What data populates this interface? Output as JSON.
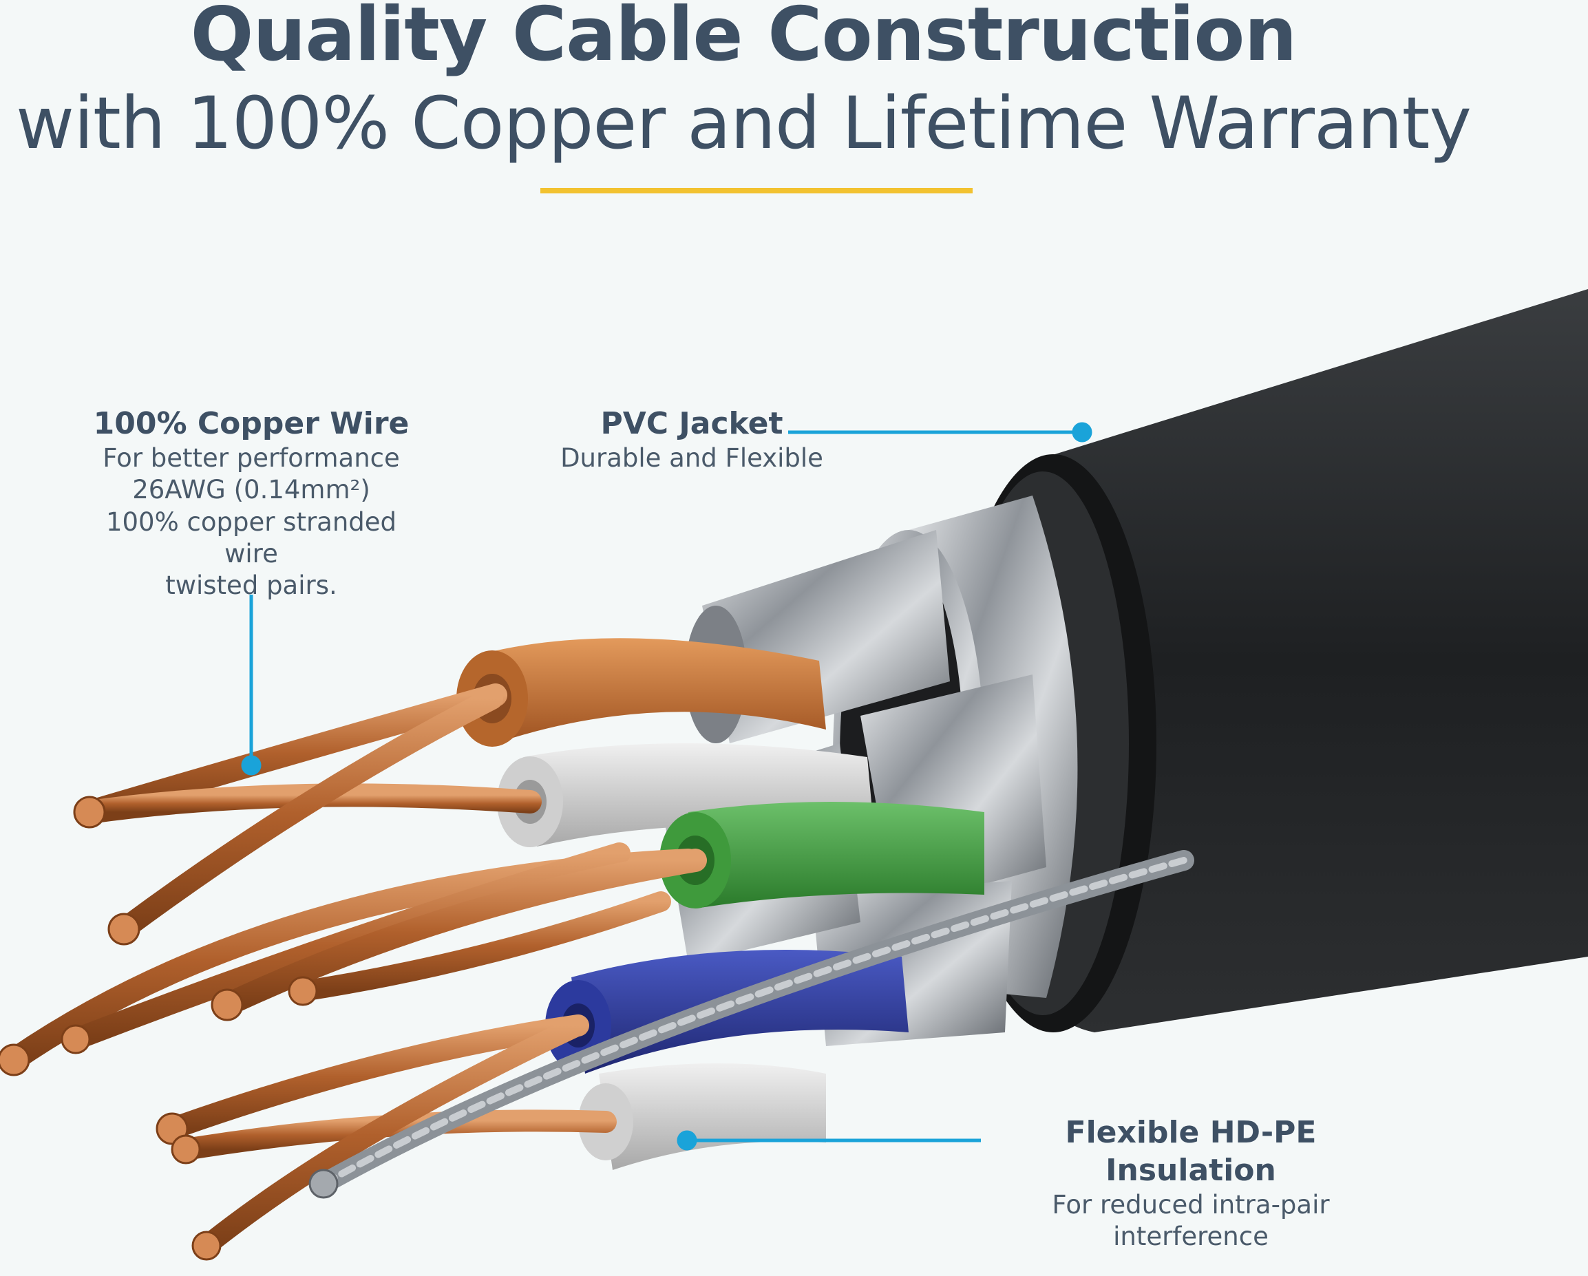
{
  "header": {
    "title_line1": "Quality Cable Construction",
    "title_line2": "with 100% Copper and Lifetime Warranty"
  },
  "colors": {
    "heading": "#3e5064",
    "accent_rule": "#f2c230",
    "leader_line": "#1aa3d9",
    "jacket": "#2a2c2e",
    "shield": "#a9adb2",
    "copper": "#c2713a",
    "orange_insulation": "#c8732f",
    "green_insulation": "#3f9a3c",
    "blue_insulation": "#2c3a9e",
    "white_insulation": "#d8d8d8"
  },
  "callouts": {
    "copper": {
      "title": "100% Copper Wire",
      "lines": [
        "For better performance",
        "26AWG (0.14mm²)",
        "100% copper stranded wire",
        "twisted pairs."
      ]
    },
    "pvc": {
      "title": "PVC Jacket",
      "lines": [
        "Durable and Flexible"
      ]
    },
    "hdpe": {
      "title": "Flexible HD-PE Insulation",
      "lines": [
        "For reduced intra-pair interference"
      ]
    }
  }
}
